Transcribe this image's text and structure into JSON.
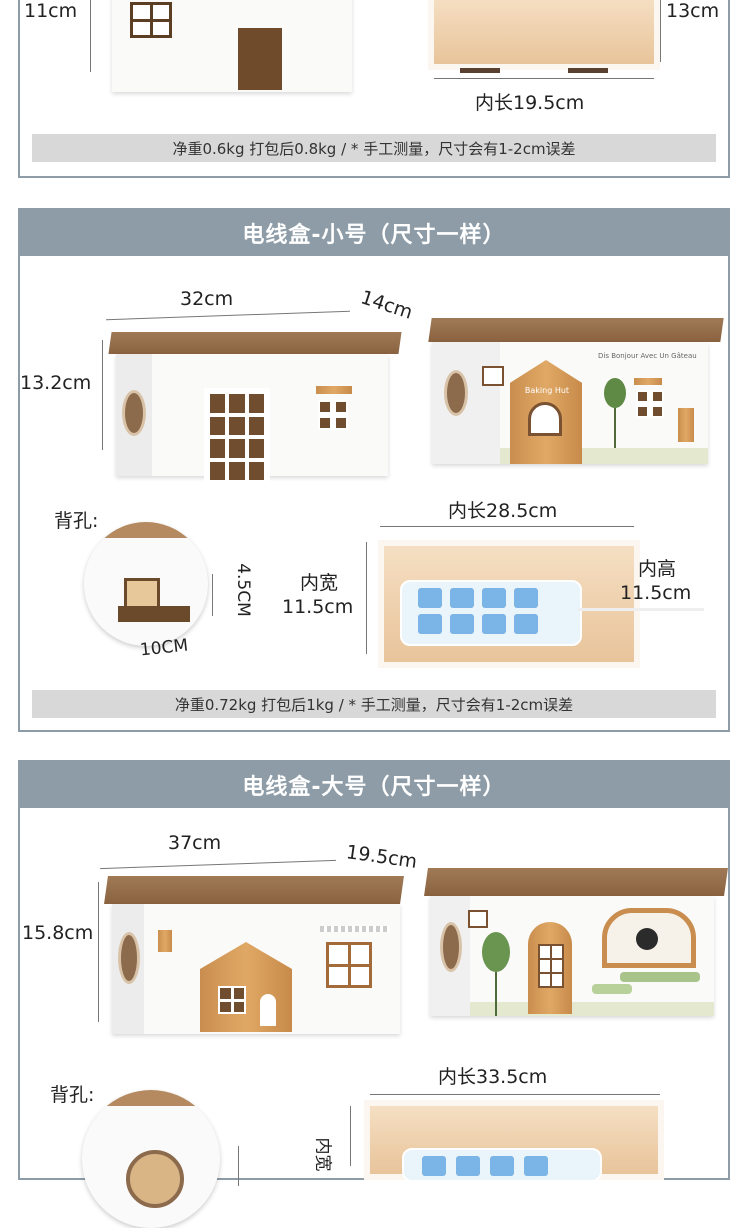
{
  "top_section": {
    "height_label": "11cm",
    "right_height_label": "13cm",
    "inner_length_label": "内长19.5cm",
    "footnote": "净重0.6kg 打包后0.8kg   /   * 手工测量，尺寸会有1-2cm误差"
  },
  "small_section": {
    "title": "电线盒-小号（尺寸一样）",
    "length_label": "32cm",
    "depth_label": "14cm",
    "height_label": "13.2cm",
    "back_hole_label": "背孔:",
    "hole_height_label": "4.5CM",
    "hole_width_label": "10CM",
    "inner_length_label": "内长28.5cm",
    "inner_width_label_1": "内宽",
    "inner_width_label_2": "11.5cm",
    "inner_height_label_1": "内高",
    "inner_height_label_2": "11.5cm",
    "sign_text": "Baking Hut",
    "wall_text": "Dis Bonjour Avec Un Gâteau",
    "footnote": "净重0.72kg 打包后1kg   /   * 手工测量，尺寸会有1-2cm误差"
  },
  "large_section": {
    "title": "电线盒-大号（尺寸一样）",
    "length_label": "37cm",
    "depth_label": "19.5cm",
    "height_label": "15.8cm",
    "back_hole_label": "背孔:",
    "inner_length_label": "内长33.5cm",
    "inner_width_partial": "内宽"
  },
  "colors": {
    "header_bg": "#8d9ca7",
    "footnote_bg": "#d8d8d8",
    "lid_wood": "#8a6240",
    "door_wood": "#d99b57"
  }
}
